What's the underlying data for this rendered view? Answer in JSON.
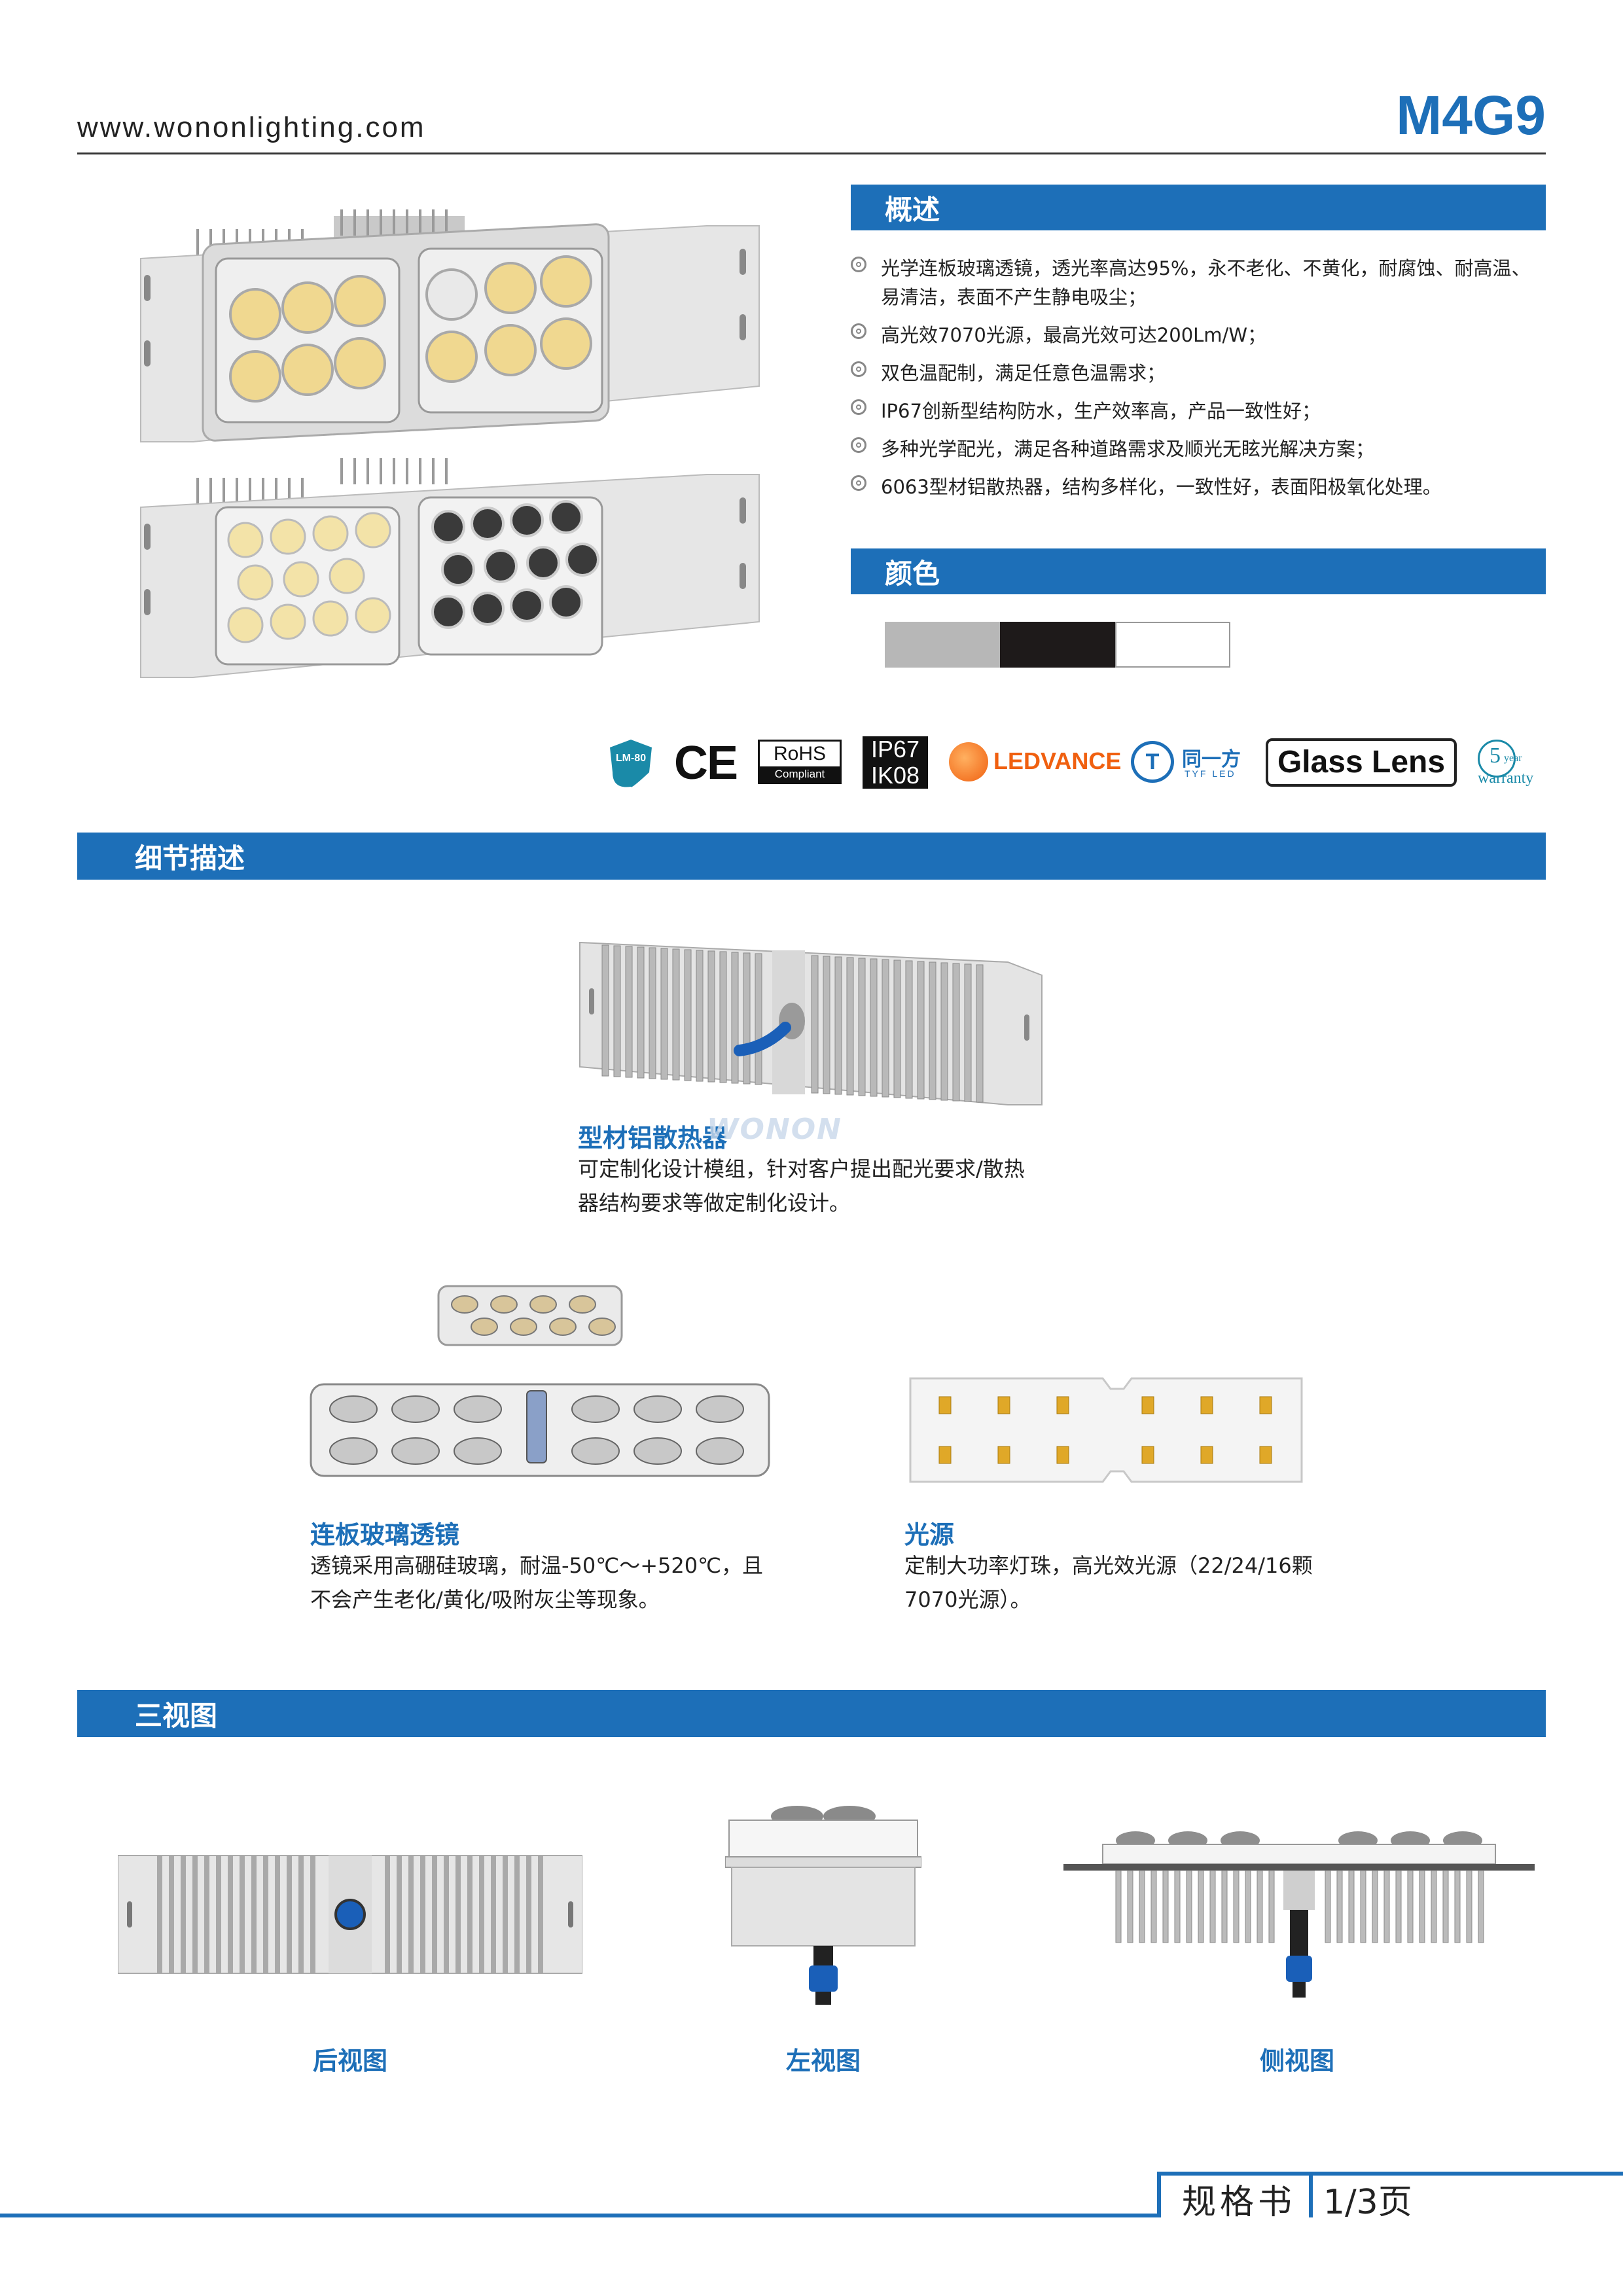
{
  "header": {
    "website": "www.wononlighting.com",
    "model": "M4G9"
  },
  "overview": {
    "title": "概述",
    "features": [
      "光学连板玻璃透镜，透光率高达95%，永不老化、不黄化，耐腐蚀、耐高温、易清洁，表面不产生静电吸尘；",
      "高光效7070光源，最高光效可达200Lm/W；",
      "双色温配制，满足任意色温需求；",
      "IP67创新型结构防水，生产效率高，产品一致性好；",
      "多种光学配光，满足各种道路需求及顺光无眩光解决方案；",
      "6063型材铝散热器，结构多样化，一致性好，表面阳极氧化处理。"
    ]
  },
  "color": {
    "title": "颜色",
    "swatches": [
      "#b7b7b7",
      "#1e1a1a",
      "#ffffff"
    ]
  },
  "certifications": {
    "lm80": "LM-80",
    "ce": "CE",
    "rohs": "RoHS",
    "rohs_sub": "Compliant",
    "ip": "IP67",
    "ik": "IK08",
    "ledvance": "LEDVANCE",
    "tyf_cn": "同一方",
    "tyf_en": "TYF LED",
    "glass": "Glass Lens",
    "warranty_num": "5",
    "warranty_year": "year",
    "warranty_word": "warranty"
  },
  "details": {
    "title": "细节描述",
    "heatsink": {
      "title": "型材铝散热器",
      "desc_line1": "可定制化设计模组，针对客户提出配光要求/散热",
      "desc_line2": "器结构要求等做定制化设计。"
    },
    "watermark": "WONON",
    "lens": {
      "title": "连板玻璃透镜",
      "desc_line1": "透镜采用高硼硅玻璃，耐温-50℃～+520℃，且",
      "desc_line2": "不会产生老化/黄化/吸附灰尘等现象。"
    },
    "source": {
      "title": "光源",
      "desc_line1": "定制大功率灯珠，高光效光源（22/24/16颗",
      "desc_line2": "7070光源）。"
    }
  },
  "views": {
    "title": "三视图",
    "back": "后视图",
    "left": "左视图",
    "side": "侧视图"
  },
  "footer": {
    "label": "规格书",
    "page": "1/3页"
  },
  "colors": {
    "accent": "#1d6fb8"
  }
}
